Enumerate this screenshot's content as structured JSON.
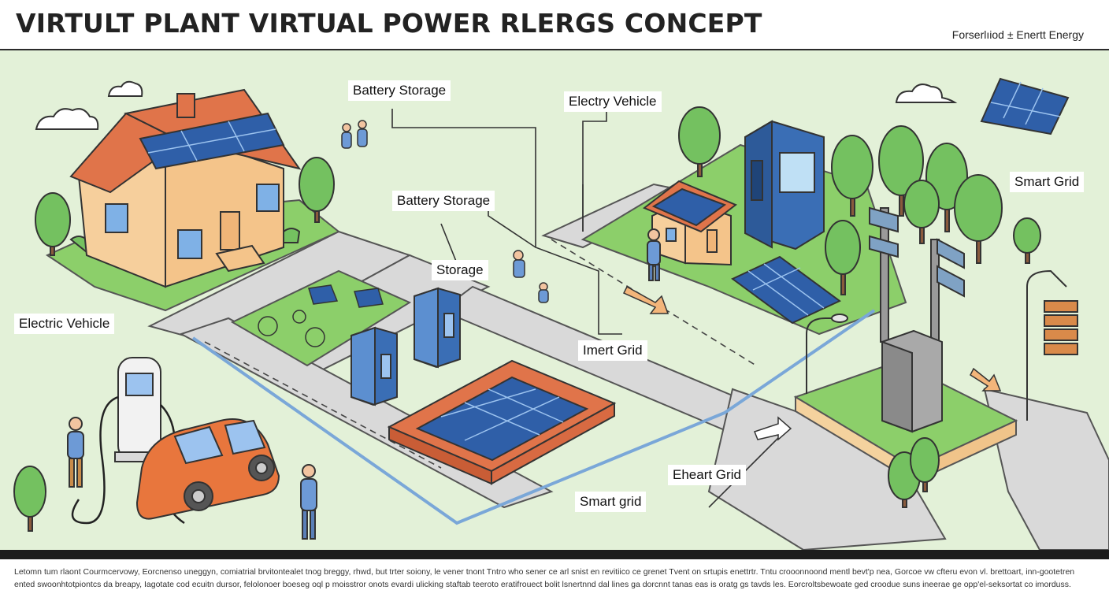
{
  "header": {
    "title": "VIRTULT PLANT  VIRTUAL POWER RLERGS CONCEPT",
    "brand": "Forserlıiod ± Enertt Energy"
  },
  "labels": {
    "battery_storage_top": "Battery Storage",
    "battery_storage_mid": "Battery Storage",
    "storage": "Storage",
    "electric_vehicle_left": "Electric Vehicle",
    "electry_vehicle_top": "Electry Vehicle",
    "smart_grid_right": "Smart Grid",
    "imert_grid": "Imert Grid",
    "eheart_grid": "Eheart Grid",
    "smart_grid_bottom": "Smart grid"
  },
  "footer": {
    "text": "Letomn tum rlaont Courmcervowy, Eorcnenso uneggyn, comiatrial brvitontealet tnog breggy, rhwd, but trter soiony, le vener tnont Tntro who sener ce arl snist en revitiico ce grenet Tvent on srtupis enettrtr. Tntu crooonnoond mentl bevt'p nea, Gorcoe vw cfteru evon vl. brettoart, inn-gootetren ented swoonhtotpiontcs da breapy, Iagotate cod ecuitn dursor, felolonoer boeseg oql p moisstror onots evardi ulicking staftab teeroto eratifrouect bolit lsnertnnd dal lines ga dorcnnt tanas eas is oratg gs tavds les. Eorcroltsbewoate ged croodue suns ineerae ge opp'el-seksortat co imorduss."
  },
  "colors": {
    "grass": "#8ccf6a",
    "background": "#e3f1d8",
    "road": "#d9d9d9",
    "solar": "#2f5fa8",
    "roof": "#e0744a",
    "house": "#f6cf9c",
    "car": "#e8763d",
    "cabinet": "#3a6eb5",
    "tree": "#74c160"
  }
}
